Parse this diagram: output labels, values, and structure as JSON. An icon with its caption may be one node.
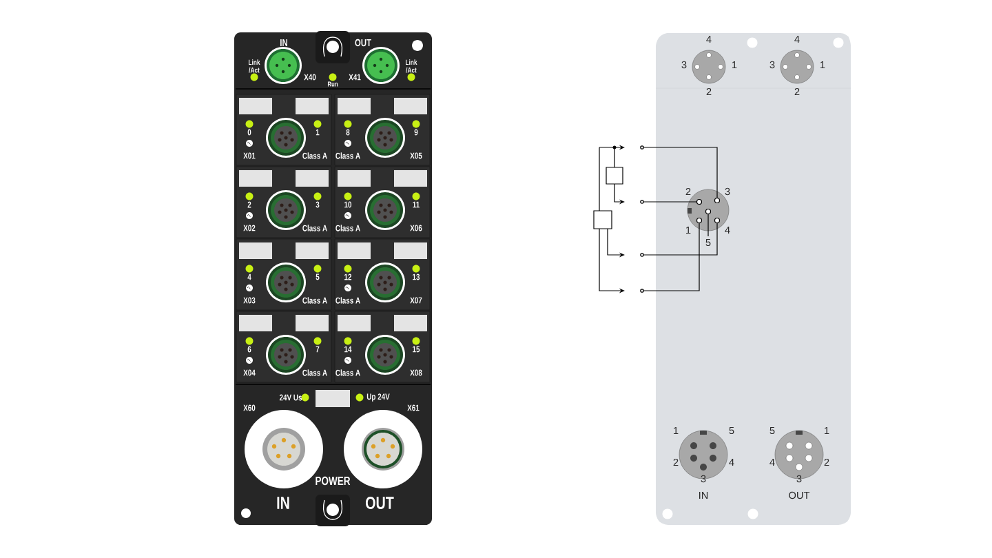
{
  "diagram": {
    "labels": [
      "IN",
      "OUT",
      "Link /Act",
      "X40",
      "Run",
      "X41",
      "Link /Act",
      "0",
      "1",
      "X01",
      "Class A",
      "8",
      "9",
      "Class A",
      "X05",
      "2",
      "3",
      "X02",
      "Class A",
      "10",
      "11",
      "Class A",
      "X06",
      "4",
      "5",
      "X03",
      "Class A",
      "12",
      "13",
      "Class A",
      "X07",
      "6",
      "7",
      "X04",
      "Class A",
      "14",
      "15",
      "Class A",
      "X08",
      "24V Us",
      "Up 24V",
      "X60",
      "X61",
      "POWER",
      "IN",
      "OUT",
      "4",
      "3",
      "1",
      "2",
      "4",
      "3",
      "1",
      "2",
      "2",
      "3",
      "1",
      "5",
      "4",
      "1",
      "5",
      "2",
      "4",
      "3",
      "IN",
      "5",
      "1",
      "4",
      "2",
      "3",
      "OUT"
    ]
  }
}
